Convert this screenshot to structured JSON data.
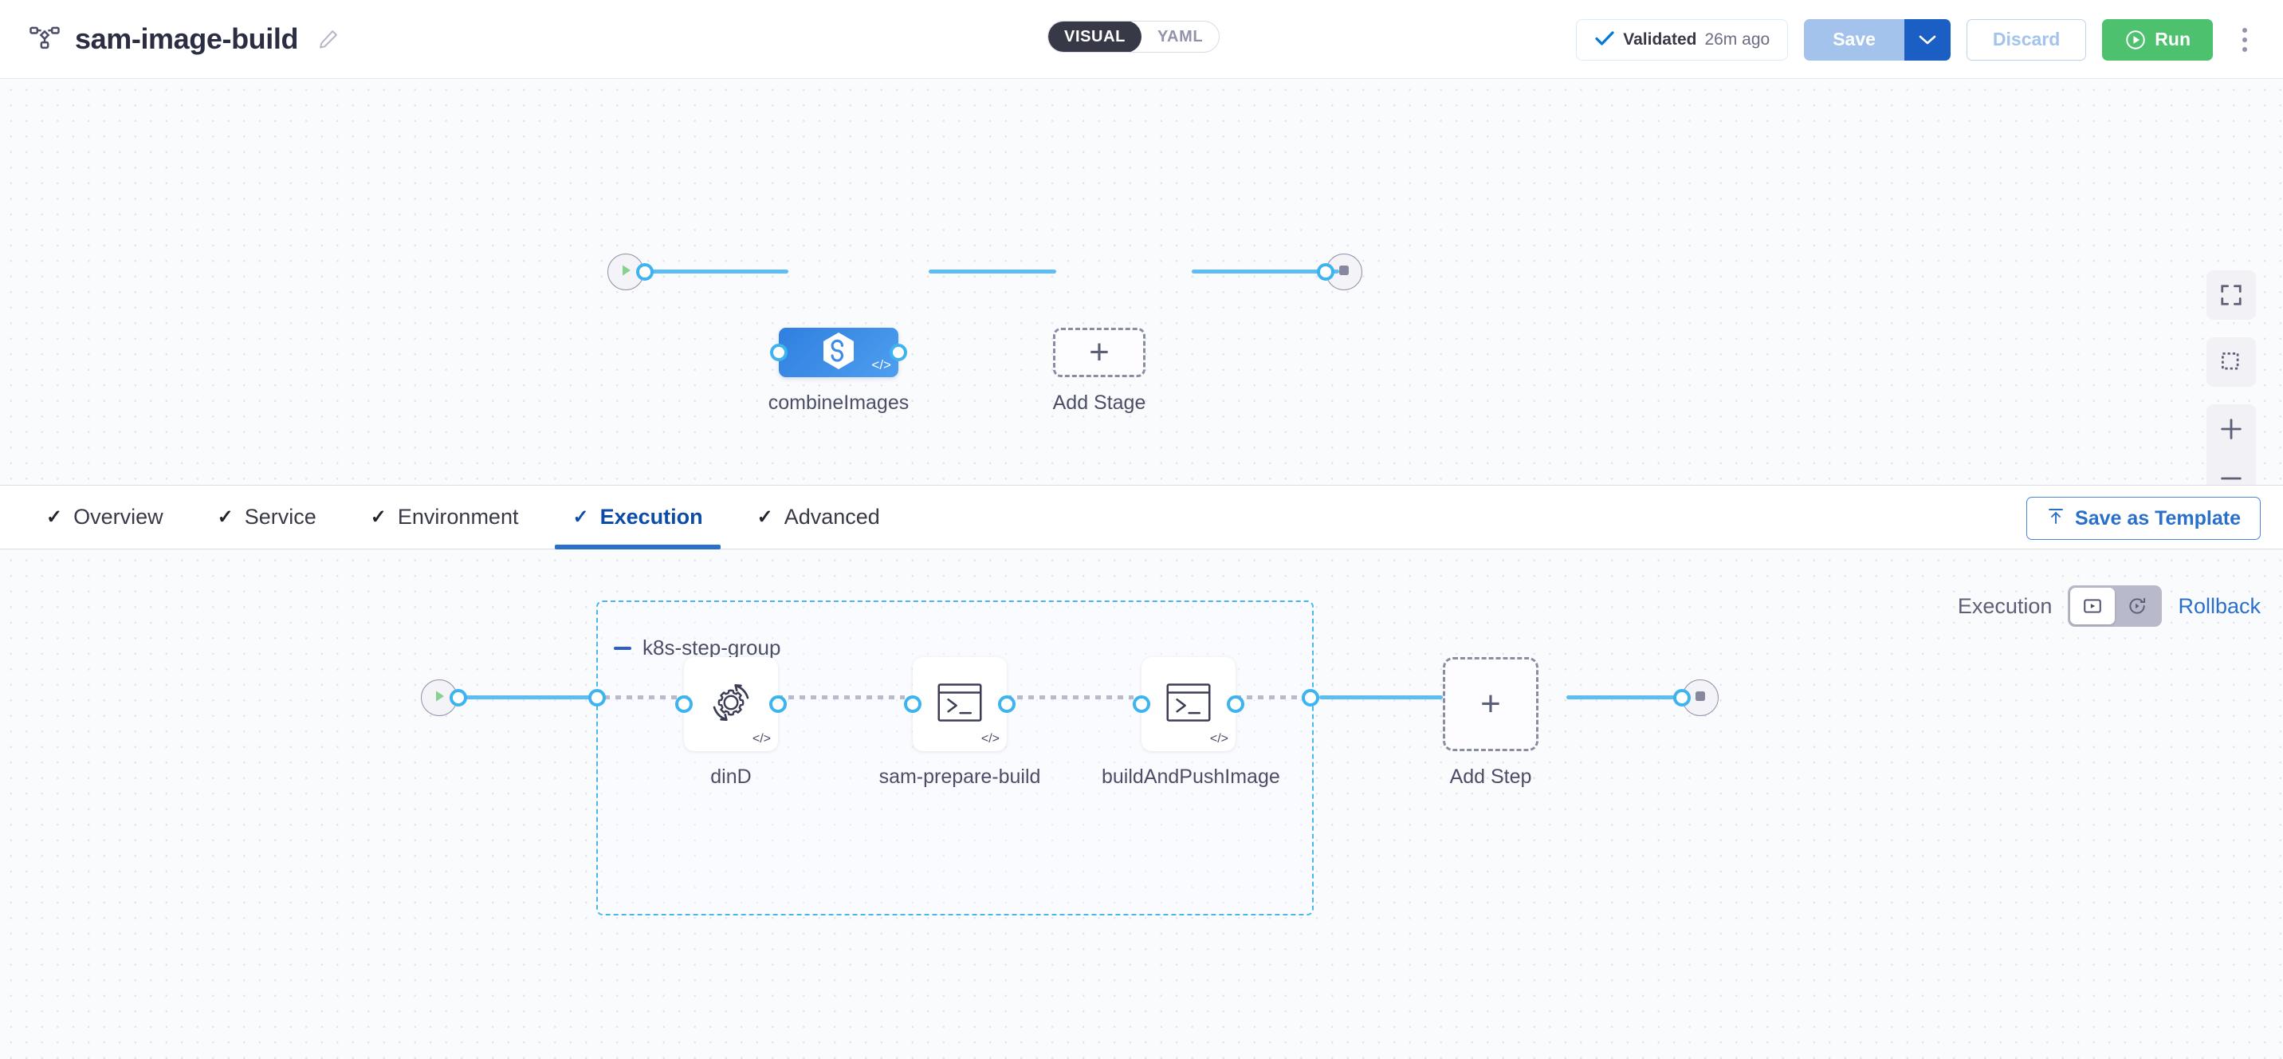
{
  "header": {
    "pipeline_icon": "pipeline-nodes-icon",
    "title": "sam-image-build",
    "edit_icon": "pencil-edit-icon",
    "view_toggle": {
      "options": [
        "VISUAL",
        "YAML"
      ],
      "selected": "VISUAL"
    },
    "validated": {
      "icon": "check-icon",
      "label": "Validated",
      "time": "26m ago"
    },
    "save_label": "Save",
    "save_caret_icon": "chevron-down-icon",
    "discard_label": "Discard",
    "run_label": "Run",
    "run_icon": "play-circle-icon",
    "more_icon": "kebab-menu-icon"
  },
  "stage_canvas": {
    "start_node_icon": "play-icon",
    "end_node_icon": "stop-icon",
    "stages": [
      {
        "label": "combineImages",
        "icon": "harness-hexagon-icon",
        "badge": "code-icon",
        "selected": true
      }
    ],
    "add_stage_label": "Add Stage",
    "add_stage_icon": "plus-icon",
    "zoom_controls": [
      {
        "name": "fit-to-screen-icon"
      },
      {
        "name": "select-region-icon"
      },
      {
        "name": "zoom-in-icon"
      },
      {
        "name": "zoom-out-icon"
      }
    ]
  },
  "tabbar": {
    "tabs": [
      {
        "label": "Overview",
        "icon": "check-icon",
        "active": false
      },
      {
        "label": "Service",
        "icon": "check-icon",
        "active": false
      },
      {
        "label": "Environment",
        "icon": "check-icon",
        "active": false
      },
      {
        "label": "Execution",
        "icon": "check-icon",
        "active": true
      },
      {
        "label": "Advanced",
        "icon": "check-icon",
        "active": false
      }
    ],
    "save_as_template_label": "Save as Template",
    "save_as_template_icon": "upload-template-icon"
  },
  "execution_canvas": {
    "mode_toggle": {
      "left_label": "Execution",
      "right_label": "Rollback",
      "left_icon": "execution-play-icon",
      "right_icon": "rollback-icon",
      "selected": "Execution"
    },
    "start_node_icon": "play-icon",
    "end_node_icon": "stop-icon",
    "group": {
      "title": "k8s-step-group",
      "collapse_icon": "minus-collapse-icon",
      "steps": [
        {
          "label": "dinD",
          "icon": "gear-rotate-icon",
          "badge": "code-icon"
        },
        {
          "label": "sam-prepare-build",
          "icon": "terminal-icon",
          "badge": "code-icon"
        },
        {
          "label": "buildAndPushImage",
          "icon": "terminal-icon",
          "badge": "code-icon"
        }
      ]
    },
    "add_step_label": "Add Step",
    "add_step_icon": "plus-icon"
  },
  "colors": {
    "accent_blue": "#2a6fc9",
    "edge_blue": "#5bbdf2",
    "run_green": "#4dc16e",
    "group_border": "#49b8e8",
    "stage_blue": "#3f8ce8"
  }
}
